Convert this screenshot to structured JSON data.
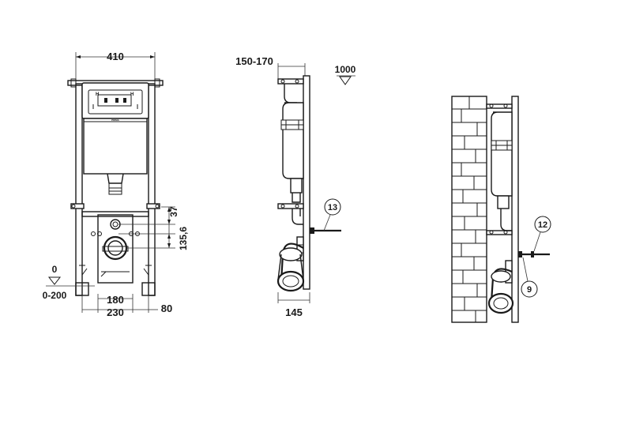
{
  "front_view": {
    "width_label": "410",
    "dim_37": "37",
    "dim_135_6": "135,6",
    "level_label": "0",
    "range_label": "0-200",
    "dim_180": "180",
    "dim_230": "230",
    "dim_80": "80"
  },
  "side_view": {
    "depth_label": "150-170",
    "height_label": "1000",
    "base_label": "145",
    "callout_13": "13"
  },
  "installed_view": {
    "callout_12": "12",
    "callout_9": "9"
  }
}
